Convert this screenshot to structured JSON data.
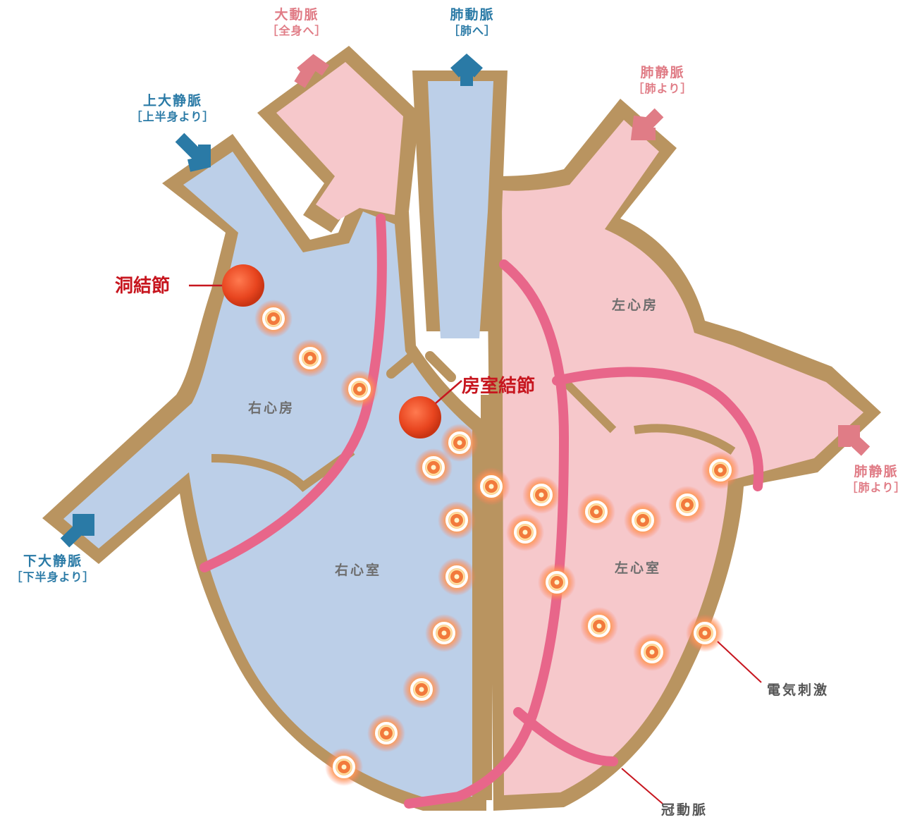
{
  "labels": {
    "aorta": {
      "name": "大動脈",
      "sub": "［全身へ］"
    },
    "pulmonary_artery": {
      "name": "肺動脈",
      "sub": "［肺へ］"
    },
    "superior_vena_cava": {
      "name": "上大静脈",
      "sub": "［上半身より］"
    },
    "pulmonary_vein_top": {
      "name": "肺静脈",
      "sub": "［肺より］"
    },
    "pulmonary_vein_right": {
      "name": "肺静脈",
      "sub": "［肺より］"
    },
    "inferior_vena_cava": {
      "name": "下大静脈",
      "sub": "［下半身より］"
    },
    "sinoatrial_node": "洞結節",
    "atrioventricular_node": "房室結節",
    "right_atrium": "右心房",
    "left_atrium": "左心房",
    "right_ventricle": "右心室",
    "left_ventricle": "左心室",
    "electric_stimulus": "電気刺激",
    "coronary_artery": "冠動脈"
  },
  "colors": {
    "venous_blue": "#bccfe8",
    "arterial_pink": "#f6c8cb",
    "wall_tan": "#b99460",
    "arrow_blue": "#2a7aa6",
    "arrow_pink": "#e07c86",
    "node_red": "#e84a2a",
    "coronary_pink": "#e8668a"
  }
}
